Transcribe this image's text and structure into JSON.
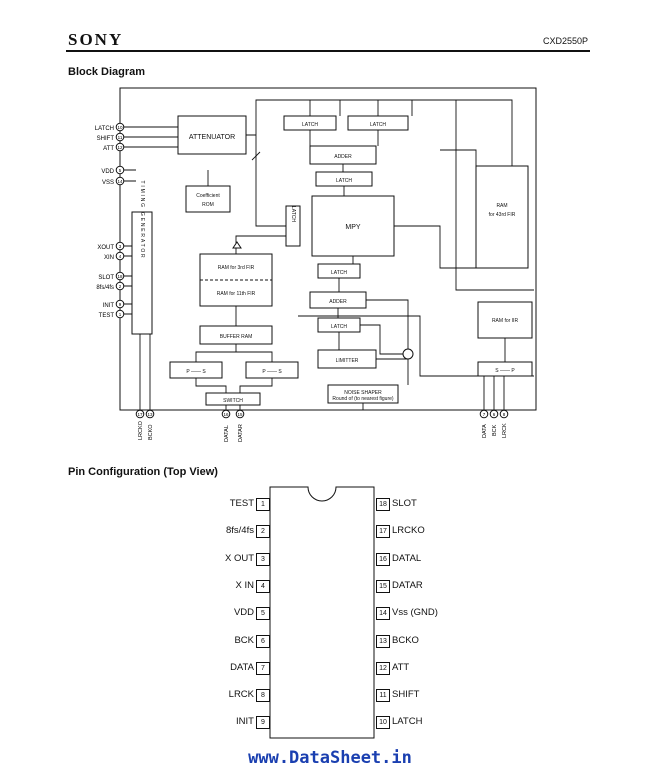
{
  "header": {
    "brand": "SONY",
    "part_number": "CXD2550P"
  },
  "block_diagram": {
    "title": "Block Diagram",
    "blocks": {
      "attenuator": "ATTENUATOR",
      "coefficient_rom_1": "Coefficient",
      "coefficient_rom_2": "ROM",
      "latch_top_left": "LATCH",
      "latch_top_right": "LATCH",
      "adder_1": "ADDER",
      "latch_2": "LATCH",
      "mpy": "MPY",
      "latch_vertical": "LATCH",
      "latch_3": "LATCH",
      "adder_2": "ADDER",
      "latch_4": "LATCH",
      "limitter": "LIMITTER",
      "ram_3rd": "RAM for 3rd FIR",
      "ram_11th": "RAM for 11th FIR",
      "buffer_ram": "BUFFER RAM",
      "ps_left": "P —— S",
      "ps_right": "P —— S",
      "switch": "SWITCH",
      "noise_shaper": "NOISE SHAPER",
      "noise_shaper_note": "Round of (to nearest figure)",
      "ram_43rd_1": "RAM",
      "ram_43rd_2": "for 43rd FIR",
      "ram_iir": "RAM for IIR",
      "sp": "S —— P",
      "timing_generator": "TIMING GENERATOR"
    },
    "left_pins": [
      {
        "name": "LATCH",
        "num": "10"
      },
      {
        "name": "SHIFT",
        "num": "11"
      },
      {
        "name": "ATT",
        "num": "12"
      },
      {
        "name": "VDD",
        "num": "5"
      },
      {
        "name": "VSS",
        "num": "14"
      },
      {
        "name": "XOUT",
        "num": "3"
      },
      {
        "name": "XIN",
        "num": "4"
      },
      {
        "name": "SLOT",
        "num": "18"
      },
      {
        "name": "8fs/4fs",
        "num": "2"
      },
      {
        "name": "INIT",
        "num": "9"
      },
      {
        "name": "TEST",
        "num": "1"
      }
    ],
    "bottom_pins": [
      {
        "name": "LRCKO",
        "num": "17"
      },
      {
        "name": "BCKO",
        "num": "13"
      },
      {
        "name": "DATAL",
        "num": "16"
      },
      {
        "name": "DATAR",
        "num": "15"
      },
      {
        "name": "DATA",
        "num": "7"
      },
      {
        "name": "BCK",
        "num": "6"
      },
      {
        "name": "LRCK",
        "num": "8"
      }
    ]
  },
  "pin_configuration": {
    "title": "Pin Configuration (Top View)",
    "left": [
      {
        "num": "1",
        "name": "TEST"
      },
      {
        "num": "2",
        "name": "8fs/4fs"
      },
      {
        "num": "3",
        "name": "X OUT"
      },
      {
        "num": "4",
        "name": "X IN"
      },
      {
        "num": "5",
        "name": "VDD"
      },
      {
        "num": "6",
        "name": "BCK"
      },
      {
        "num": "7",
        "name": "DATA"
      },
      {
        "num": "8",
        "name": "LRCK"
      },
      {
        "num": "9",
        "name": "INIT"
      }
    ],
    "right": [
      {
        "num": "18",
        "name": "SLOT"
      },
      {
        "num": "17",
        "name": "LRCKO"
      },
      {
        "num": "16",
        "name": "DATAL"
      },
      {
        "num": "15",
        "name": "DATAR"
      },
      {
        "num": "14",
        "name": "Vss (GND)"
      },
      {
        "num": "13",
        "name": "BCKO"
      },
      {
        "num": "12",
        "name": "ATT"
      },
      {
        "num": "11",
        "name": "SHIFT"
      },
      {
        "num": "10",
        "name": "LATCH"
      }
    ]
  },
  "watermark": "www.DataSheet.in"
}
